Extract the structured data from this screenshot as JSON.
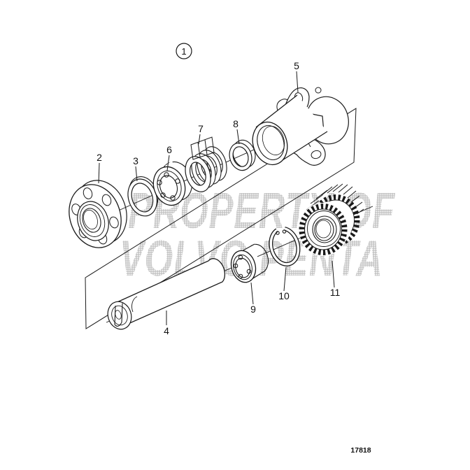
{
  "figure": {
    "assembly_callout": "1",
    "drawing_number": "17818",
    "watermark_line1": "PROPERTY OF",
    "watermark_line2": "VOLVO PENTA",
    "callouts": {
      "c2": "2",
      "c3": "3",
      "c4": "4",
      "c5": "5",
      "c6": "6",
      "c7": "7",
      "c8": "8",
      "c9": "9",
      "c10": "10",
      "c11": "11"
    },
    "colors": {
      "line": "#1a1a1a",
      "watermark": "#a9a9a9",
      "background": "#ffffff"
    }
  }
}
